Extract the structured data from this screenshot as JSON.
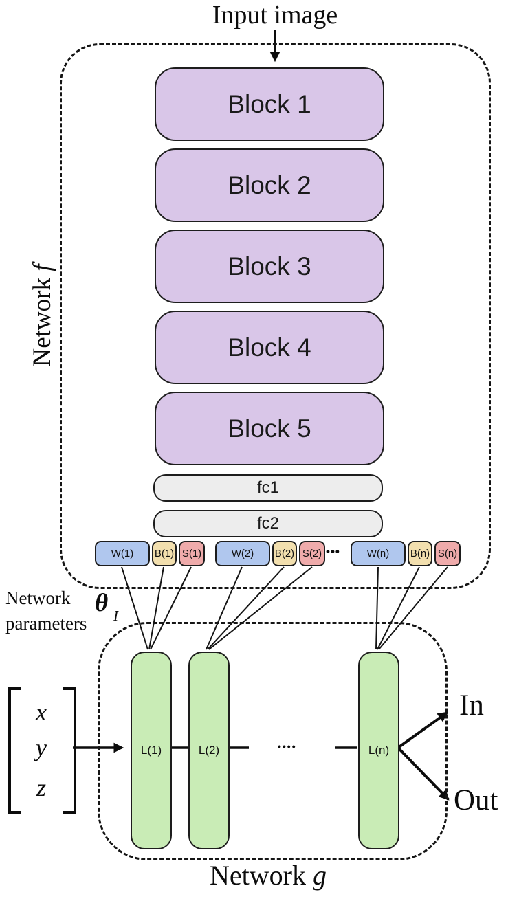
{
  "title": "Input image",
  "palette": {
    "purple": "#d9c6e8",
    "gray": "#ededed",
    "blue": "#b0c7ee",
    "tan": "#f2dfae",
    "pink": "#efabab",
    "green": "#c9ecb6",
    "ink": "#1d1d1d"
  },
  "network_f": {
    "label_prefix": "Network",
    "symbol": "f",
    "blocks": [
      {
        "label": "Block 1"
      },
      {
        "label": "Block 2"
      },
      {
        "label": "Block 3"
      },
      {
        "label": "Block 4"
      },
      {
        "label": "Block 5"
      }
    ],
    "fc_layers": [
      {
        "label": "fc1"
      },
      {
        "label": "fc2"
      }
    ]
  },
  "parameters": {
    "caption_line1": "Network",
    "caption_line2": "parameters",
    "theta_symbol": "θ",
    "theta_subscript": "I",
    "ellipsis": "•••",
    "items": [
      {
        "label": "W(1)",
        "type": "weights"
      },
      {
        "label": "B(1)",
        "type": "bias"
      },
      {
        "label": "S(1)",
        "type": "scale"
      },
      {
        "label": "W(2)",
        "type": "weights"
      },
      {
        "label": "B(2)",
        "type": "bias"
      },
      {
        "label": "S(2)",
        "type": "scale"
      },
      {
        "label": "W(n)",
        "type": "weights"
      },
      {
        "label": "B(n)",
        "type": "bias"
      },
      {
        "label": "S(n)",
        "type": "scale"
      }
    ]
  },
  "network_g": {
    "label_prefix": "Network",
    "symbol": "g",
    "ellipsis": "••••",
    "layers": [
      {
        "label": "L(1)"
      },
      {
        "label": "L(2)"
      },
      {
        "label": "L(n)"
      }
    ]
  },
  "input_vector": {
    "components": [
      "x",
      "y",
      "z"
    ]
  },
  "outputs": [
    {
      "label": "In"
    },
    {
      "label": "Out"
    }
  ]
}
